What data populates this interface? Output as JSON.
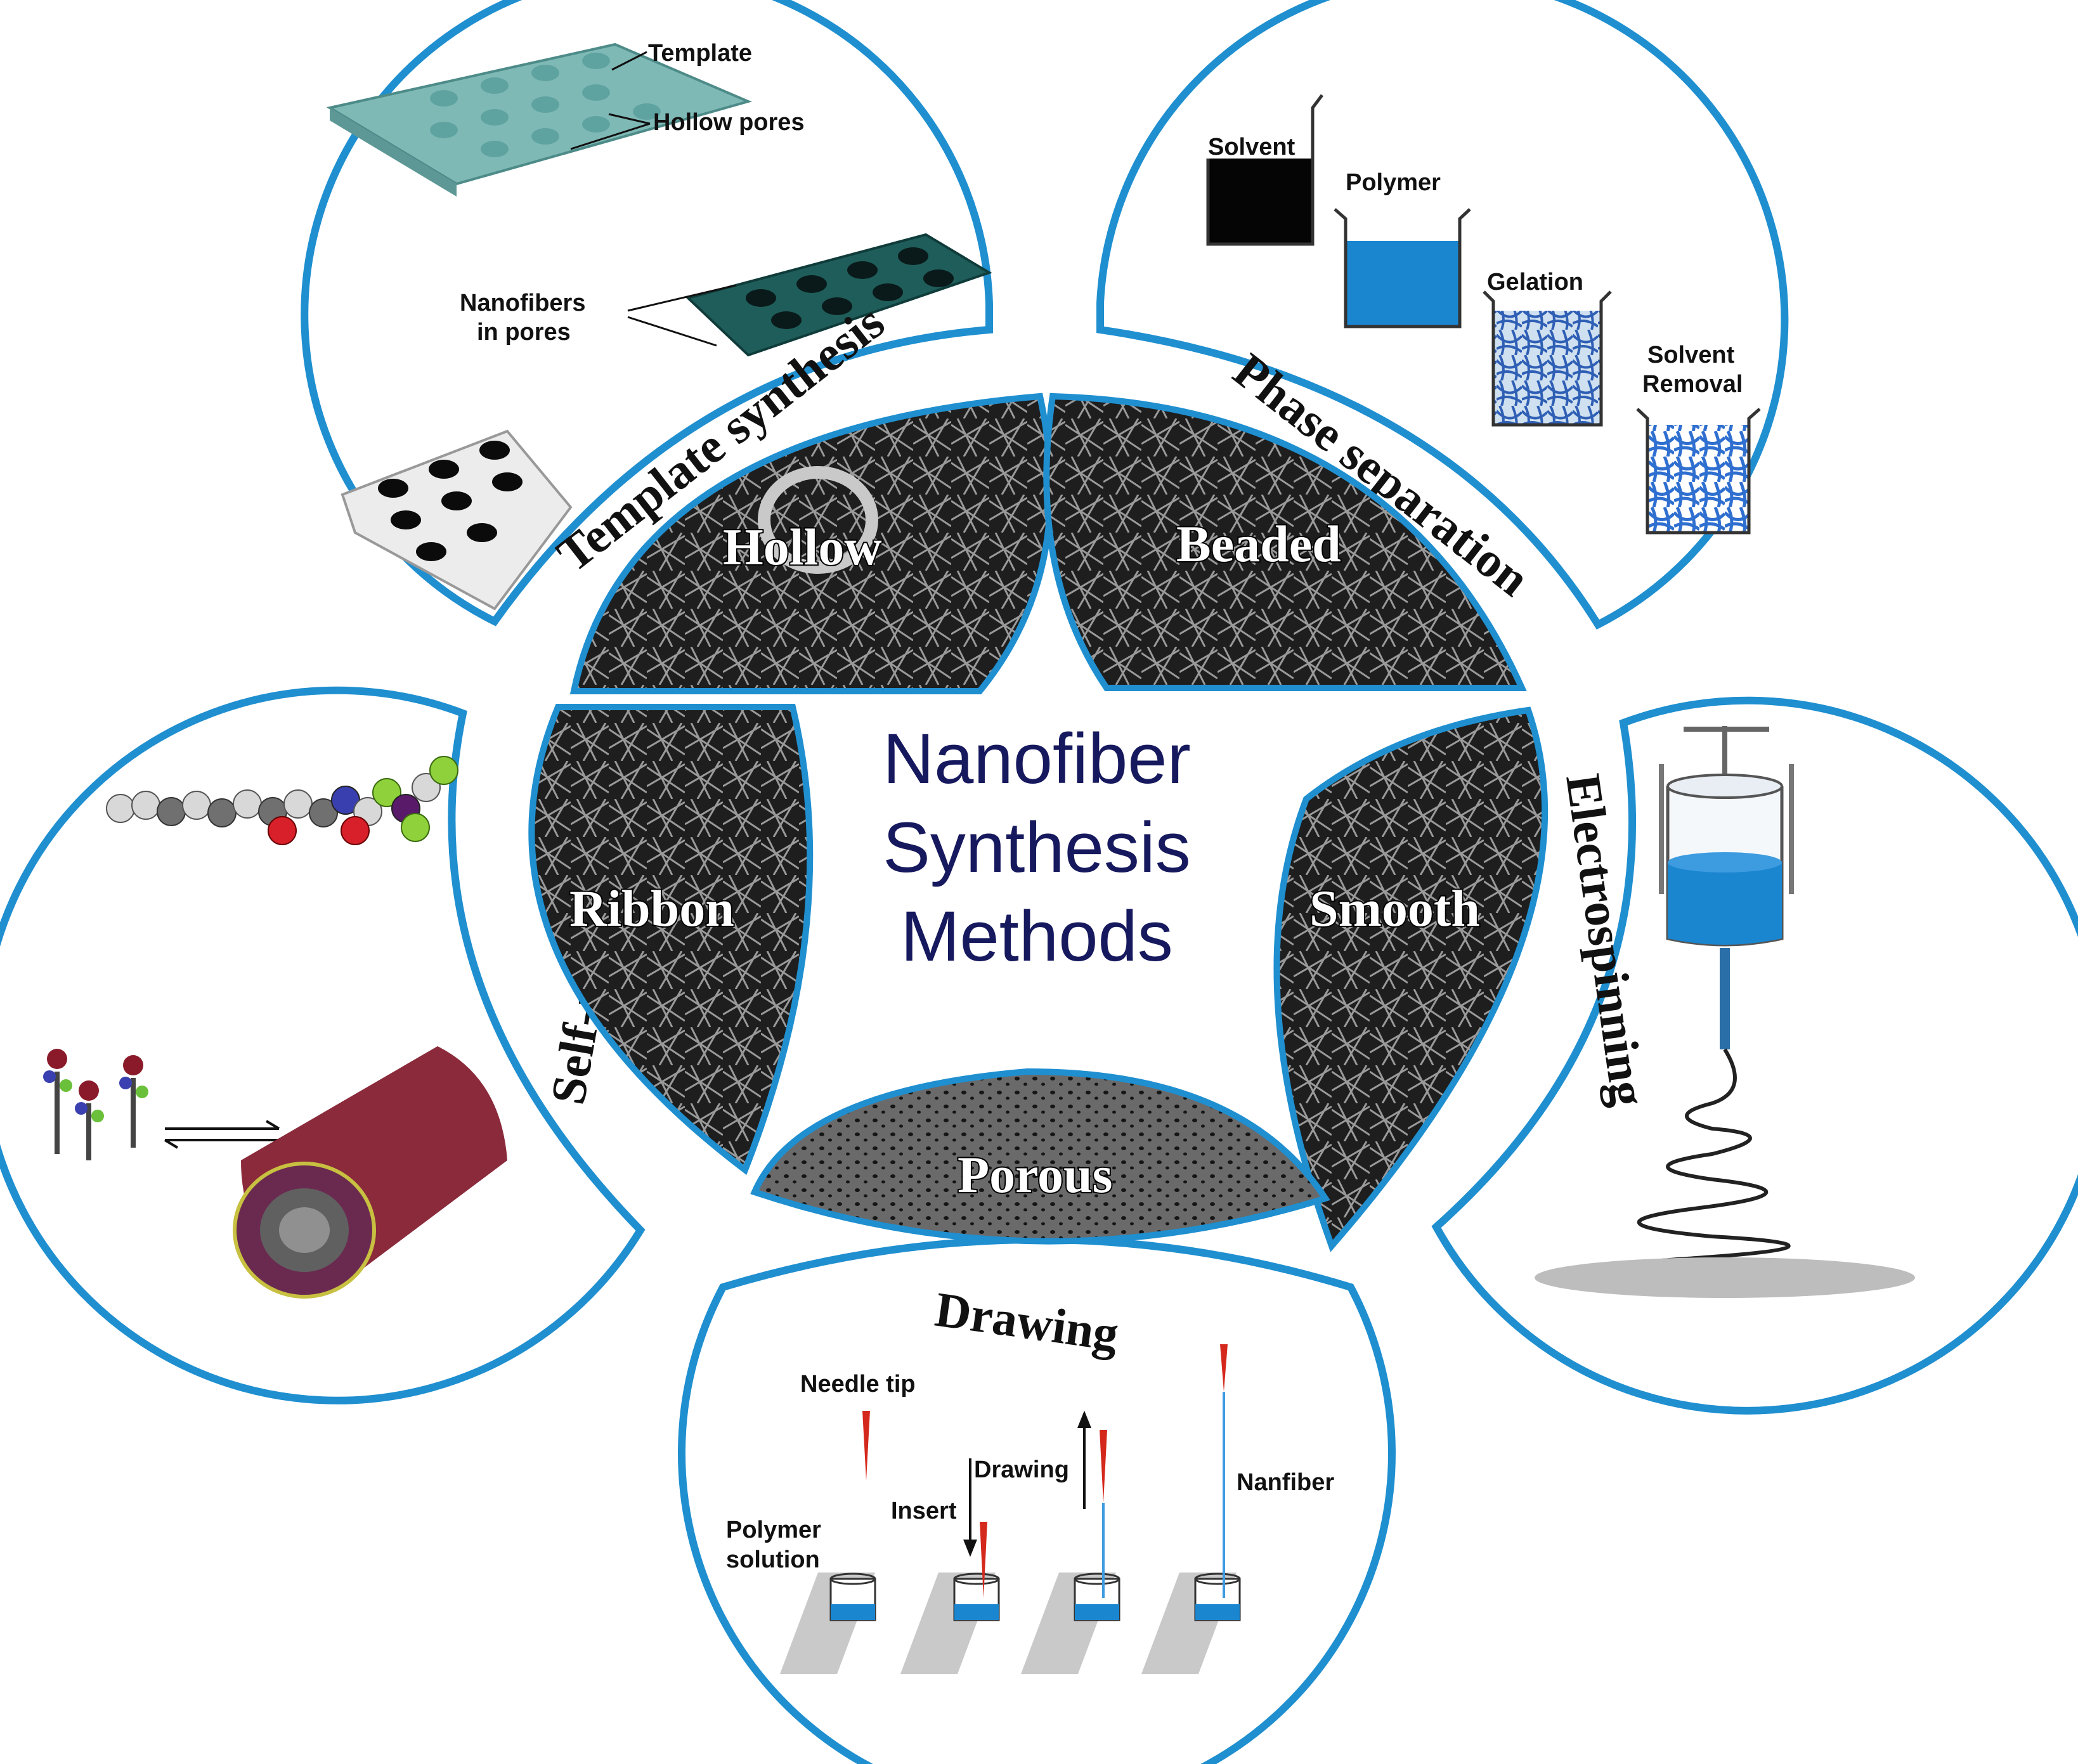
{
  "title": {
    "line1": "Nanofiber",
    "line2": "Synthesis",
    "line3": "Methods"
  },
  "methods": {
    "template_synthesis": {
      "name": "Template synthesis",
      "labels": {
        "template": "Template",
        "hollow_pores": "Hollow pores",
        "nanofibers_line1": "Nanofibers",
        "nanofibers_line2": "in pores"
      }
    },
    "phase_separation": {
      "name": "Phase separation",
      "labels": {
        "solvent": "Solvent",
        "polymer": "Polymer",
        "gelation": "Gelation",
        "solvent_removal_line1": "Solvent",
        "solvent_removal_line2": "Removal"
      }
    },
    "self_assembly": {
      "name": "Self-assembly"
    },
    "electrospinning": {
      "name": "Electrospinning"
    },
    "drawing": {
      "name": "Drawing",
      "labels": {
        "needle_tip": "Needle tip",
        "drawing": "Drawing",
        "insert": "Insert",
        "polymer_line1": "Polymer",
        "polymer_line2": "solution",
        "nanfiber": "Nanfiber"
      }
    }
  },
  "morphologies": {
    "hollow": "Hollow",
    "beaded": "Beaded",
    "ribbon": "Ribbon",
    "smooth": "Smooth",
    "porous": "Porous"
  },
  "colors": {
    "outline_blue": "#1f8fd0",
    "title_navy": "#17195e",
    "liquid_blue": "#1a86d0",
    "needle_red": "#d4281c"
  }
}
